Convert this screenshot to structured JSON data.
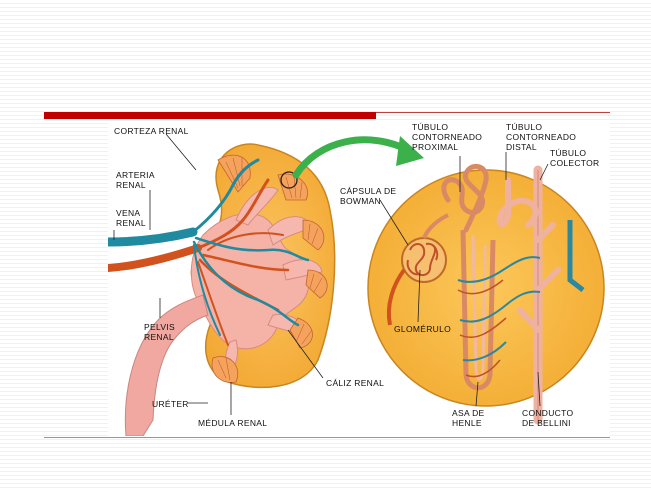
{
  "labels": {
    "corteza_renal": "CORTEZA RENAL",
    "arteria_renal": "ARTERIA\nRENAL",
    "vena_renal": "VENA\nRENAL",
    "pelvis_renal": "PELVIS\nRENAL",
    "ureter": "URÉTER",
    "medula_renal": "MÉDULA RENAL",
    "caliz_renal": "CÁLIZ RENAL",
    "capsula_bowman": "CÁPSULA DE\nBOWMAN",
    "glomerulo": "GLOMÉRULO",
    "tubulo_proximal": "TÚBULO\nCONTORNEADO\nPROXIMAL",
    "tubulo_distal": "TÚBULO\nCONTORNEADO\nDISTAL",
    "tubulo_colector": "TÚBULO\nCOLECTOR",
    "asa_henle": "ASA DE\nHENLE",
    "conducto_bellini": "CONDUCTO\nDE BELLINI"
  },
  "colors": {
    "cortex": "#f7b540",
    "medulla": "#f3a4a0",
    "artery": "#d2521d",
    "vein": "#1f8aa0",
    "accent_red": "#c00000",
    "arrow_green": "#3cb04a"
  }
}
